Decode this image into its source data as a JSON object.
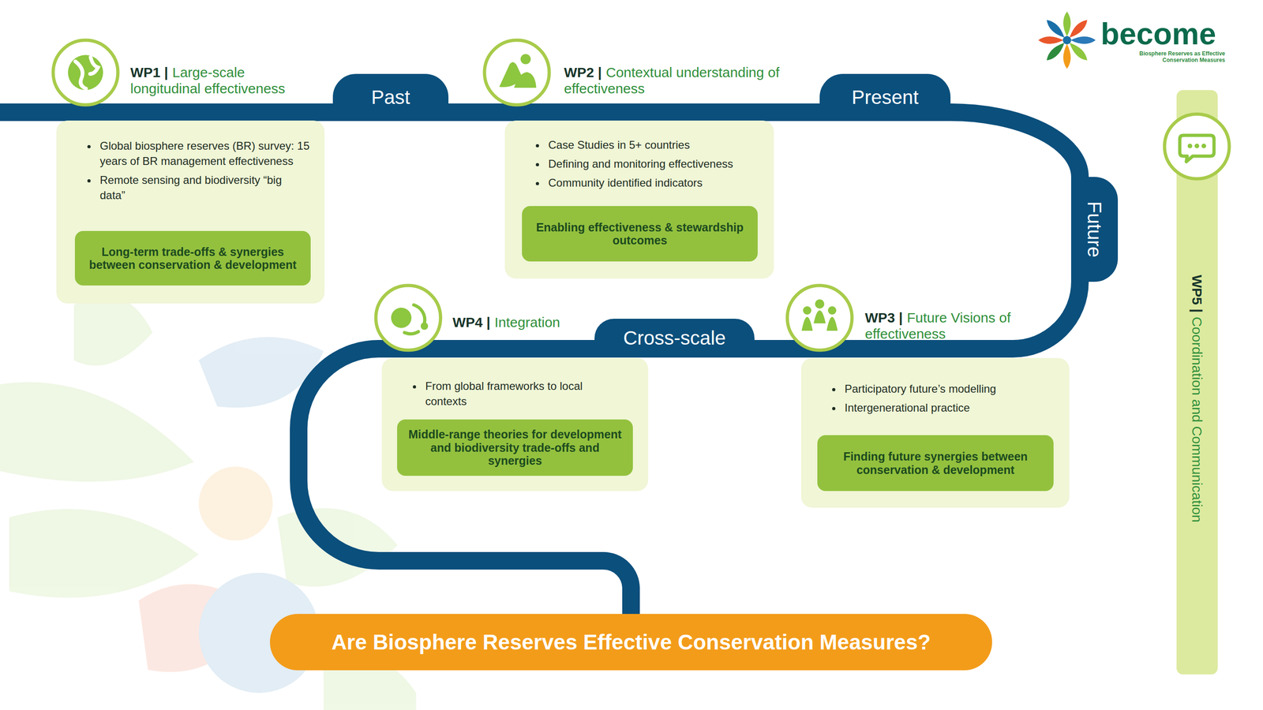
{
  "diagram": {
    "nodes": [
      {
        "text": [
          "WP1 |",
          "Large-scale longitudinal effectiveness",
          "Global biosphere reserves (BR) survey: 15 years of BR management effectiveness",
          "Remote sensing and biodiversity “big data”"
        ]
      },
      {
        "text": [
          "Long-term trade-offs & synergies between conservation & development"
        ],
        "in": 0
      },
      {
        "text": [
          "Past"
        ]
      },
      {
        "text": [
          "WP2 |",
          "Contextual understanding of effectiveness",
          "Case Studies in 5+ countries",
          "Defining and monitoring effectiveness",
          "Community identified indicators"
        ]
      },
      {
        "text": [
          "Enabling effectiveness & stewardship outcomes"
        ],
        "in": 3
      },
      {
        "text": [
          "Present"
        ]
      },
      {
        "text": [
          "WP5 |",
          "Coordination and Communication"
        ]
      },
      {
        "text": [
          "Future"
        ]
      },
      {
        "text": [
          "WP4 |",
          "Integration",
          "From global frameworks to local contexts"
        ]
      },
      {
        "text": [
          "Middle-range theories for development and biodiversity trade-offs and synergies"
        ],
        "in": 8
      },
      {
        "text": [
          "Cross-scale"
        ]
      },
      {
        "text": [
          "WP3 |",
          "Future Visions of effectiveness",
          "Participatory future’s modelling",
          "Intergenerational practice"
        ]
      },
      {
        "text": [
          "Finding future synergies between conservation & development"
        ],
        "in": 11
      },
      {
        "text": [
          "Are Biosphere Reserves Effective Conservation Measures?"
        ]
      }
    ],
    "edges": [
      {
        "from": 2,
        "to": 5,
        "arrow": "none"
      },
      {
        "from": 5,
        "to": 7,
        "arrow": "none"
      },
      {
        "from": 7,
        "to": 10,
        "arrow": "none"
      },
      {
        "from": 10,
        "to": 13,
        "arrow": "none"
      }
    ],
    "labels": [
      "become",
      "Biosphere Reserves as Effective Conservation Measures"
    ]
  }
}
